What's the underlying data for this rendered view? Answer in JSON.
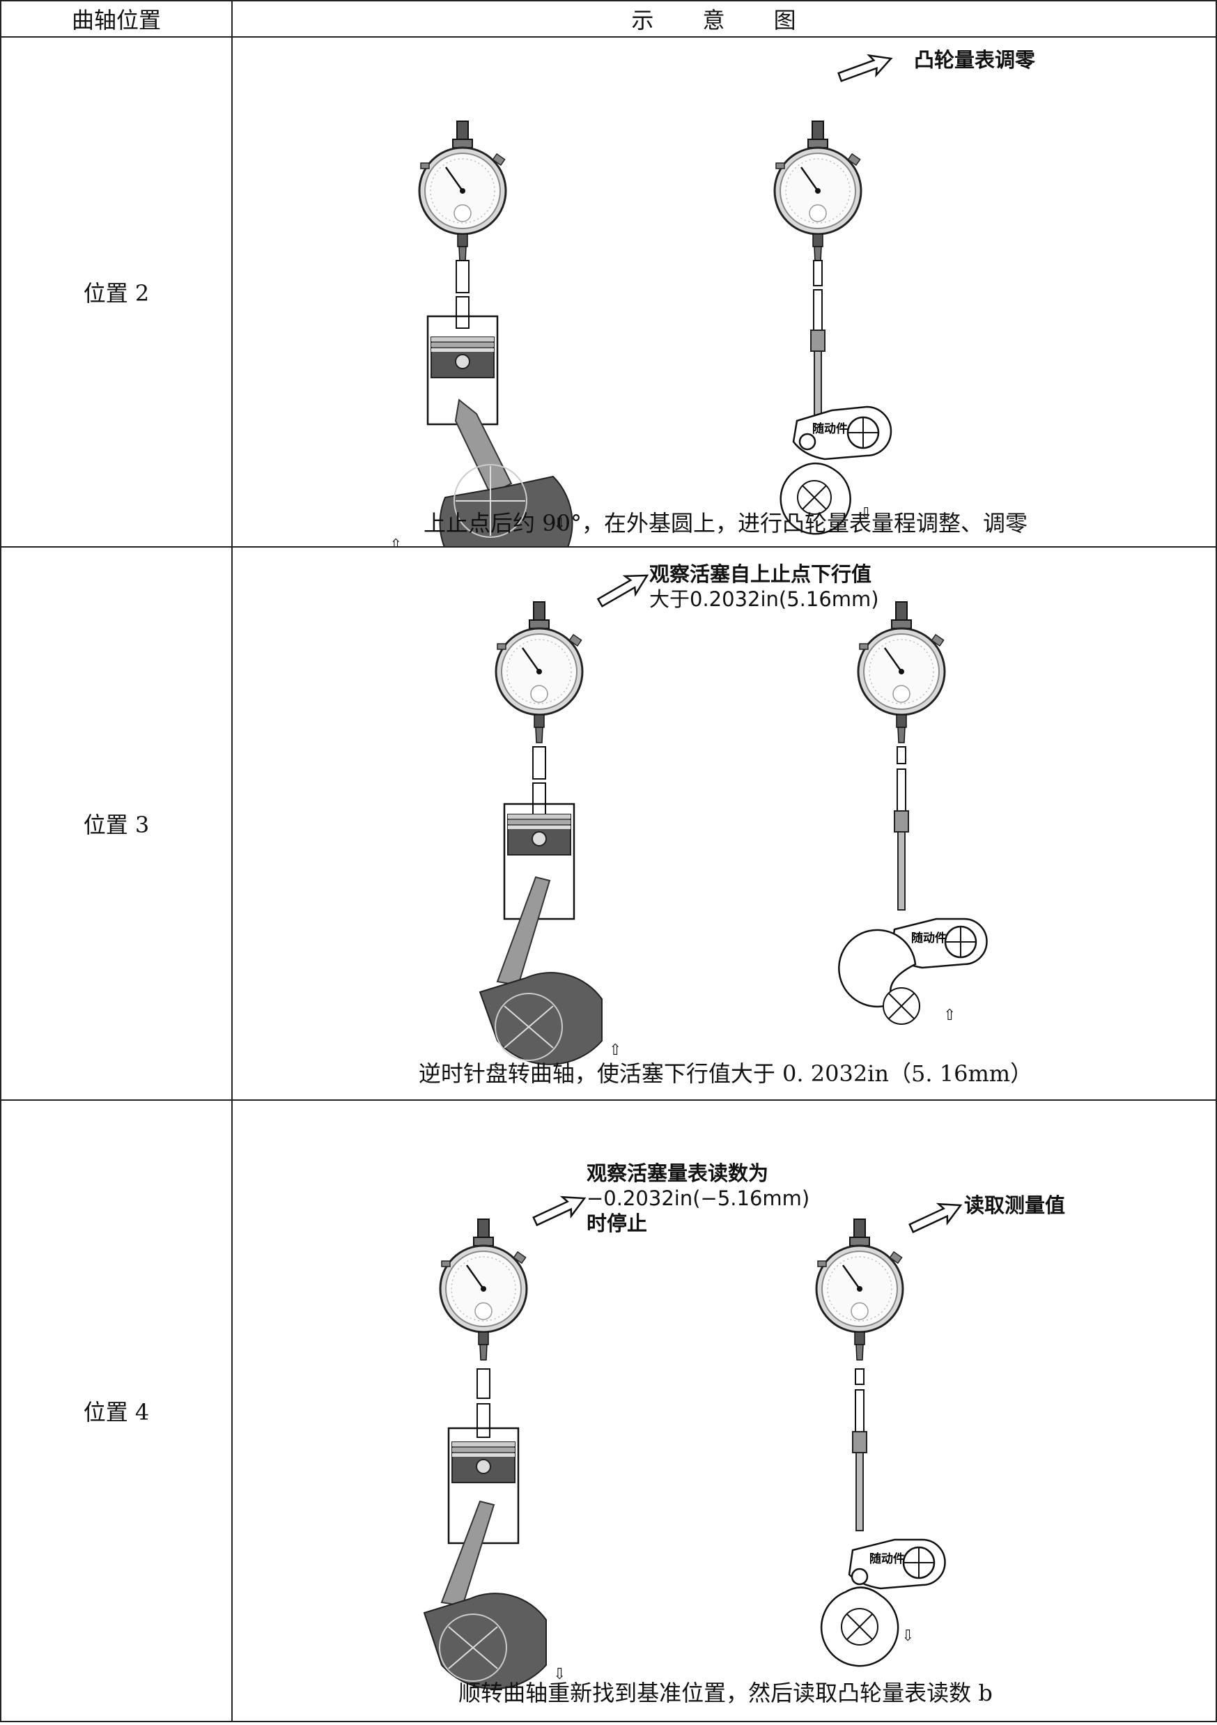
{
  "header": {
    "col_position": "曲轴位置",
    "col_diagram": "示 意 图"
  },
  "rows": [
    {
      "position": "位置 2",
      "caption": "上止点后约 90°，在外基圆上，进行凸轮量表量程调整、调零",
      "annotations": [
        "凸轮量表调零"
      ],
      "follower_label": "随动件"
    },
    {
      "position": "位置 3",
      "caption": "逆时针盘转曲轴，使活塞下行值大于 0. 2032in（5. 16mm）",
      "annotations": [
        "观察活塞自上止点下行值",
        "大于0.2032in(5.16mm)"
      ],
      "follower_label": "随动件"
    },
    {
      "position": "位置 4",
      "caption": "顺转曲轴重新找到基准位置，然后读取凸轮量表读数 b",
      "annotations": [
        "观察活塞量表读数为",
        "−0.2032in(−5.16mm)",
        "时停止",
        "读取测量值"
      ],
      "follower_label": "随动件"
    }
  ]
}
